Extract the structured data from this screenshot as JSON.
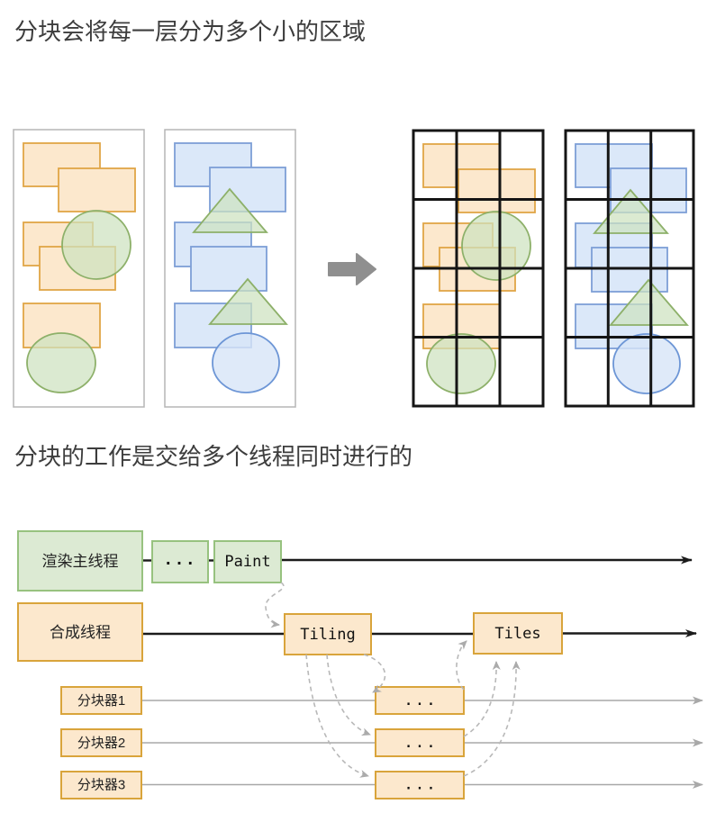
{
  "headings": {
    "h1": "分块会将每一层分为多个小的区域",
    "h2": "分块的工作是交给多个线程同时进行的"
  },
  "figure1": {
    "icons": {
      "transform_arrow": "right-block-arrow"
    },
    "grid": {
      "columns": 3,
      "rows": 4
    }
  },
  "timeline": {
    "threads": [
      {
        "label": "渲染主线程",
        "events": [
          "...",
          "Paint"
        ]
      },
      {
        "label": "合成线程",
        "events": [
          "Tiling",
          "Tiles"
        ]
      },
      {
        "label": "分块器1",
        "events": [
          "..."
        ]
      },
      {
        "label": "分块器2",
        "events": [
          "..."
        ]
      },
      {
        "label": "分块器3",
        "events": [
          "..."
        ]
      }
    ]
  },
  "palette": {
    "orange_fill": "#fce8cd",
    "orange_border": "#d9a43b",
    "green_fill": "#dcead3",
    "green_border": "#97c27f",
    "blue_fill": "#dbe8f9",
    "blue_border": "#7e9fd6",
    "grid_black": "#151515",
    "thread_line_black": "#1b1b1b",
    "thin_line_gray": "#a8a8a8",
    "dashed_gray": "#b8b8b8",
    "block_arrow_gray": "#8f8f8f",
    "panel_border_gray": "#b5b5b5",
    "heading_text": "#3d3d3d"
  }
}
